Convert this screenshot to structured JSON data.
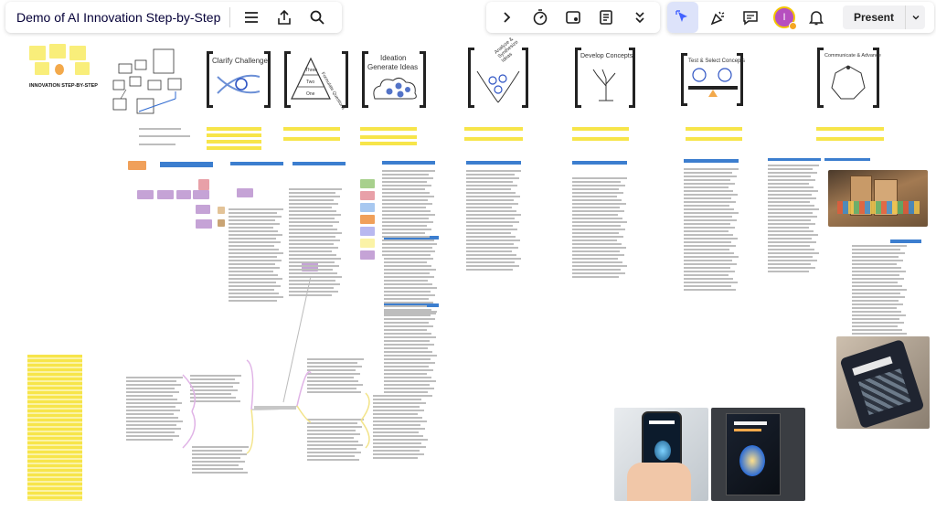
{
  "board": {
    "title": "Demo of AI Innovation Step-by-Step"
  },
  "toolbar": {
    "menu_icon": "hamburger-menu-icon",
    "upload_icon": "share-upload-icon",
    "search_icon": "search-icon",
    "expand_icon": "chevron-right-icon",
    "timer_icon": "timer-icon",
    "frames_icon": "frames-icon",
    "notes_icon": "notes-icon",
    "more_icon": "double-chevron-down-icon",
    "select_icon": "cursor-select-icon",
    "reactions_icon": "celebrate-icon",
    "comment_icon": "comment-icon",
    "avatar_initial": "I",
    "bell_icon": "bell-icon",
    "present_label": "Present"
  },
  "frames": {
    "innovation_title": "INNOVATION STEP-BY-STEP",
    "clarify": "Clarify Challenge",
    "pyramid_side": "Formulate Questions",
    "pyramid_three": "Three",
    "pyramid_two": "Two",
    "pyramid_one": "One",
    "ideation_line1": "Ideation",
    "ideation_line2": "Generate Ideas",
    "analyze": "Analyze & Synthesize Ideas",
    "develop": "Develop Concepts",
    "test": "Test & Select Concepts",
    "communicate": "Communicate & Advance"
  },
  "colors": {
    "yellow": "#f7e54a",
    "blue": "#3c7ecf",
    "purple": "#c5a3d6",
    "orange": "#f0a05a",
    "accent": "#4262ff"
  }
}
